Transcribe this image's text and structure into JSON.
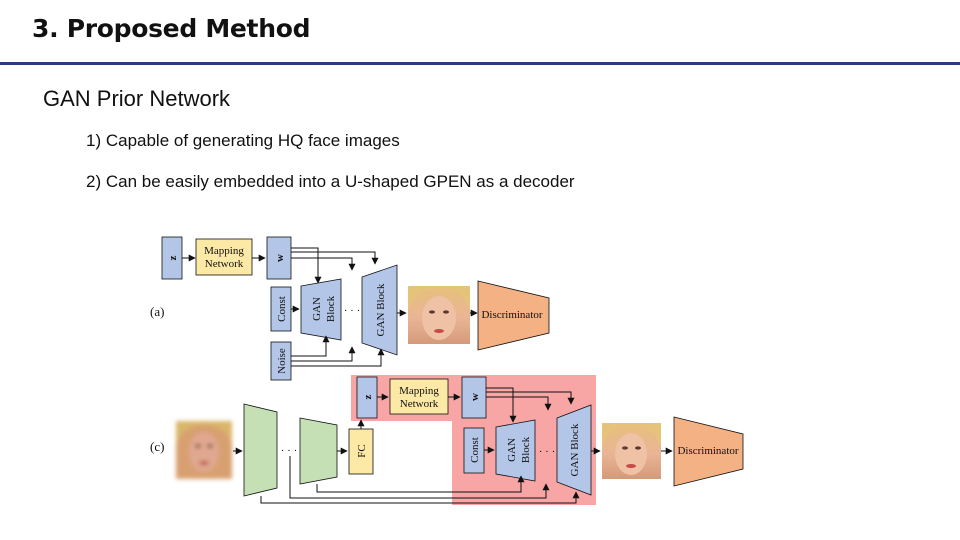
{
  "slide": {
    "title": "3. Proposed Method",
    "section": "GAN Prior Network",
    "bullets": [
      "1) Capable of generating HQ face images",
      "2) Can be easily embedded into a U-shaped GPEN as a decoder"
    ]
  },
  "diagram_a": {
    "label": "(a)",
    "z": "z",
    "mapping_line1": "Mapping",
    "mapping_line2": "Network",
    "w": "w",
    "const": "Const",
    "noise": "Noise",
    "gan_block_line1": "GAN",
    "gan_block_line2": "Block",
    "gan_block_full": "GAN Block",
    "dots": "· · ·",
    "discriminator": "Discriminator"
  },
  "diagram_c": {
    "label": "(c)",
    "z": "z",
    "mapping_line1": "Mapping",
    "mapping_line2": "Network",
    "w": "w",
    "fc": "FC",
    "const": "Const",
    "gan_block_line1": "GAN",
    "gan_block_line2": "Block",
    "gan_block_full": "GAN Block",
    "dots": "· · ·",
    "discriminator": "Discriminator"
  },
  "colors": {
    "title_rule": "#2b3d7c",
    "mapping_fill": "#fde9a6",
    "gan_block_fill": "#b4c6e7",
    "discriminator_fill": "#f4b183",
    "encoder_fill": "#c5e0b4",
    "highlight_fill": "#f8a5a5"
  }
}
